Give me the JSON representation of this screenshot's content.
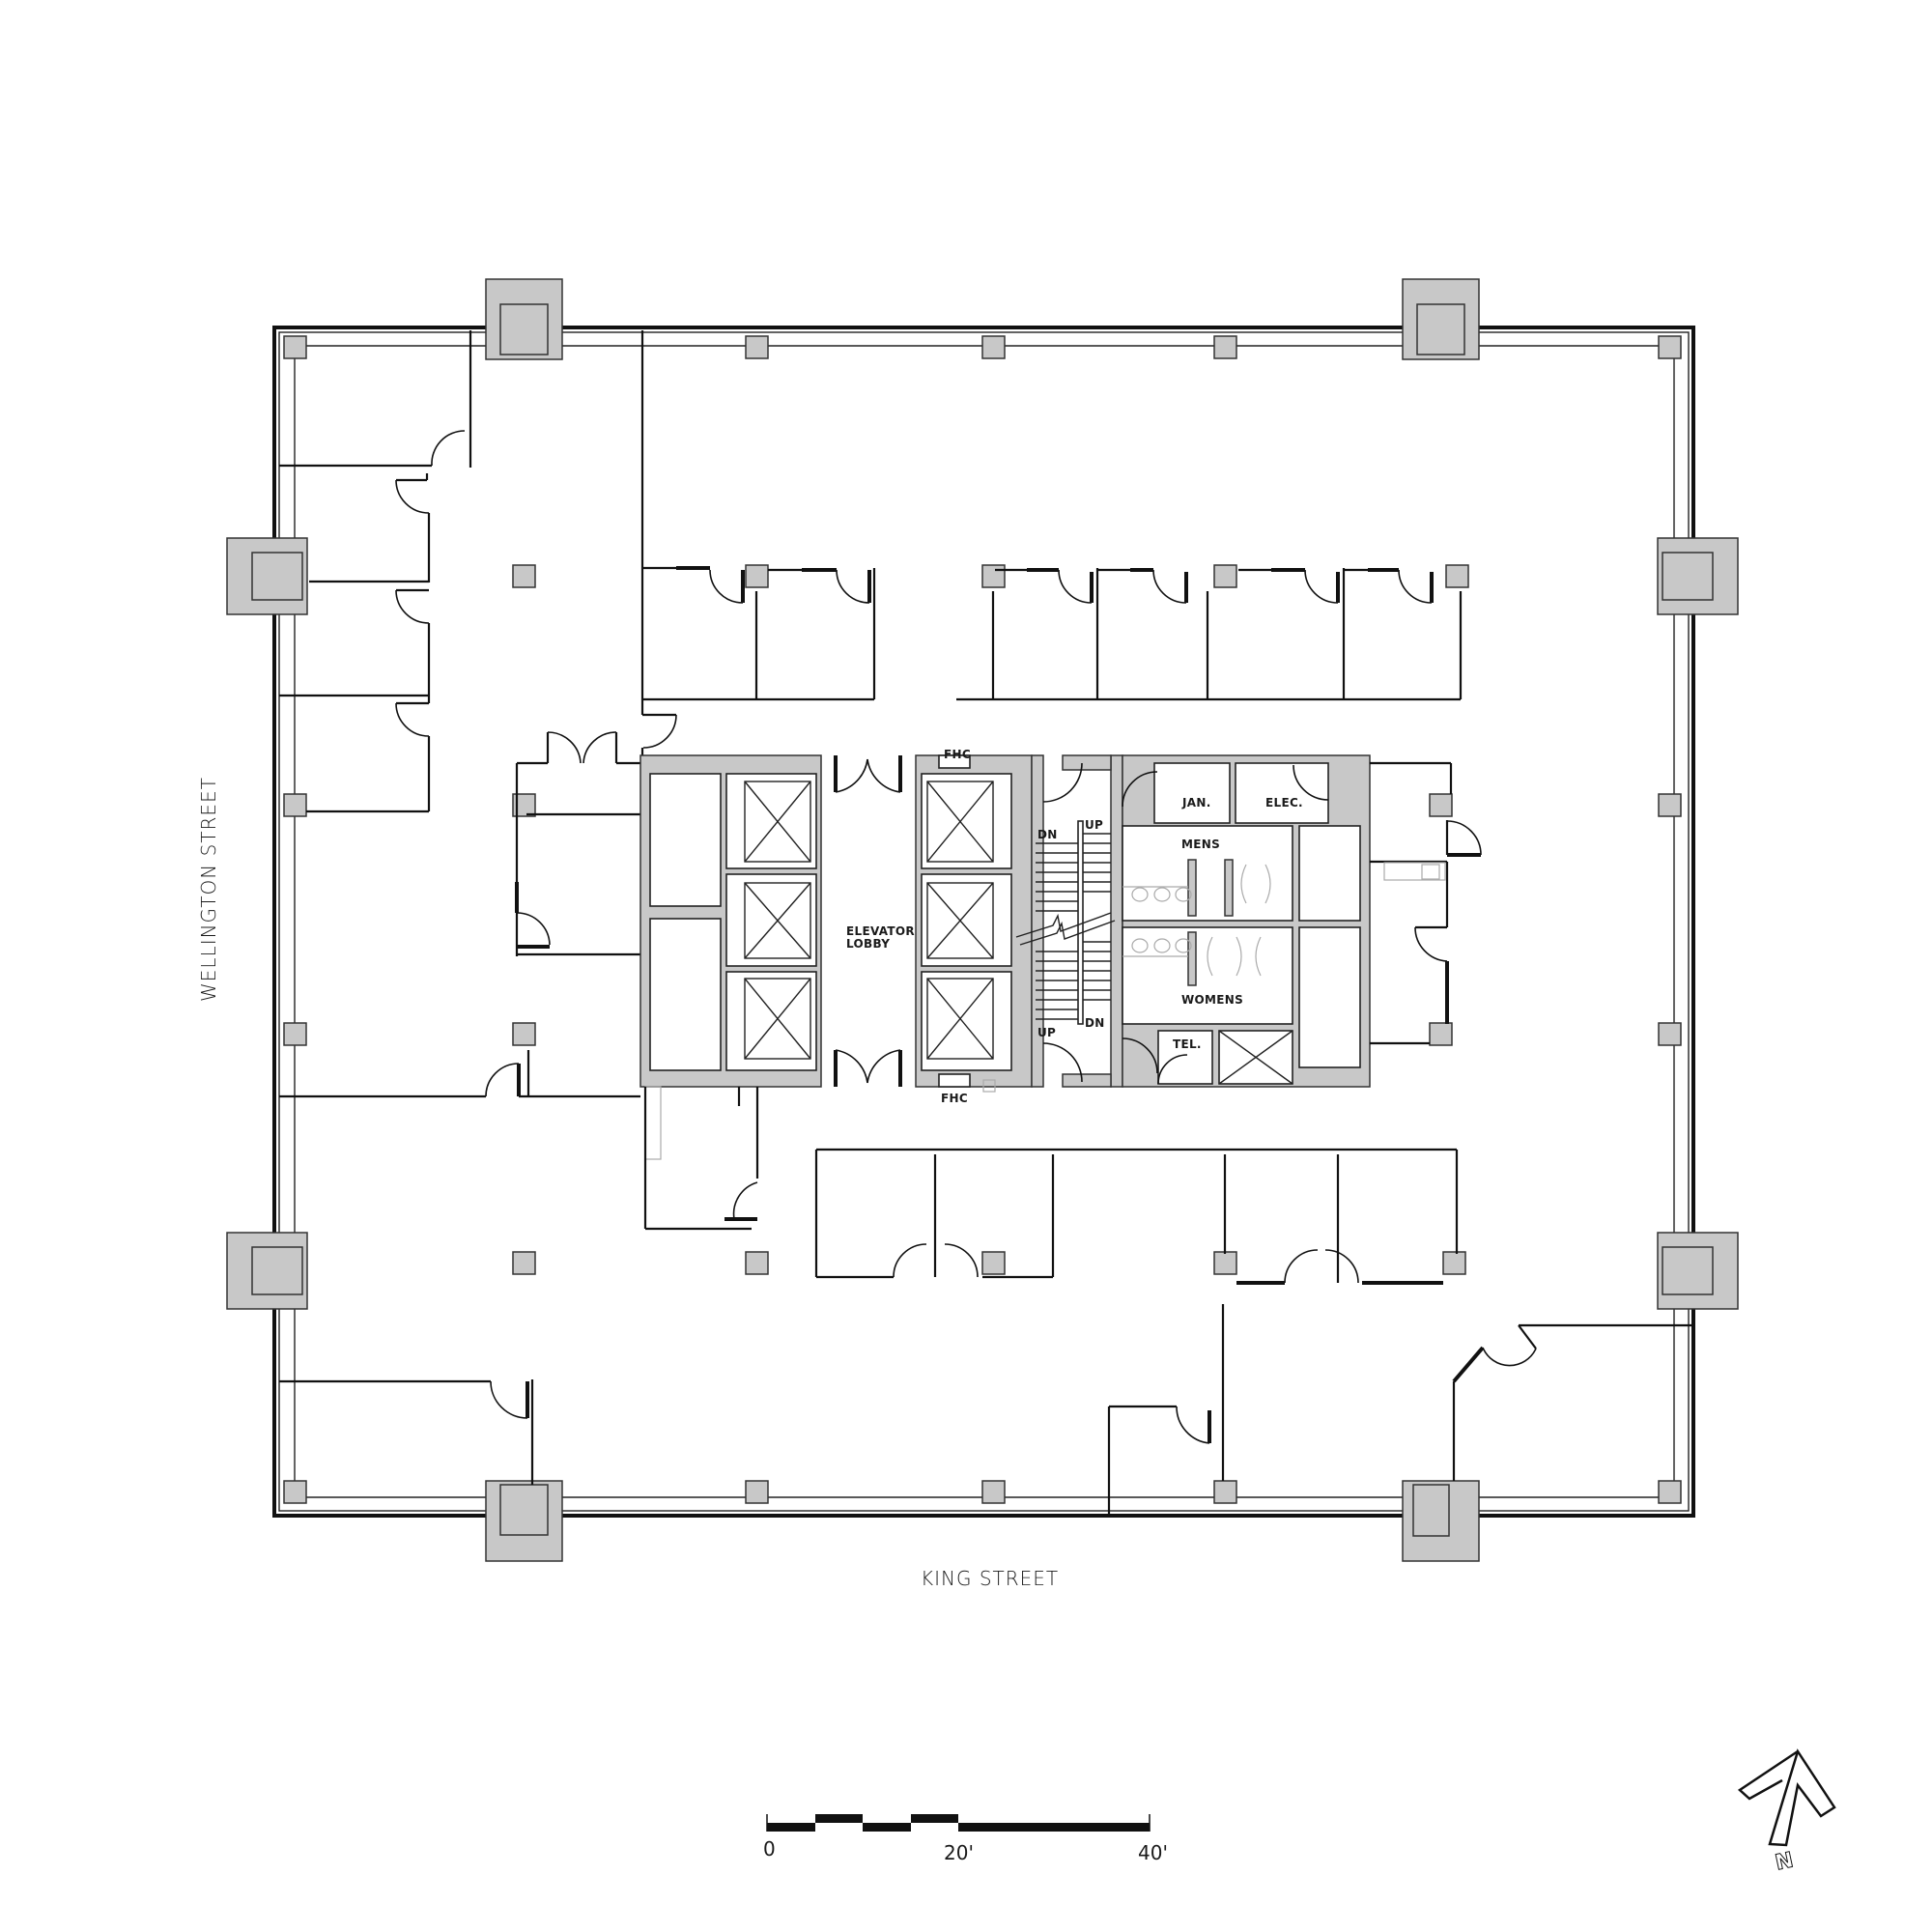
{
  "drawing": {
    "type": "architectural floor plan",
    "colors": {
      "wall": "#111111",
      "column_fill": "#c8c8c8",
      "core_fill": "#c8c8c8",
      "line": "#222222",
      "fixture": "#aaaaaa"
    }
  },
  "streets": {
    "west": "WELLINGTON STREET",
    "south": "KING STREET"
  },
  "rooms": {
    "elevator_lobby_line1": "ELEVATOR",
    "elevator_lobby_line2": "LOBBY",
    "fhc_top": "FHC",
    "fhc_bottom": "FHC",
    "jan": "JAN.",
    "elec": "ELEC.",
    "mens": "MENS",
    "womens": "WOMENS",
    "tel": "TEL."
  },
  "stairs": {
    "left_top": "DN",
    "right_top": "UP",
    "left_bottom": "UP",
    "right_bottom": "DN"
  },
  "scale_bar": {
    "labels": [
      "0",
      "20'",
      "40'"
    ]
  },
  "north_arrow": {
    "label": "N"
  }
}
